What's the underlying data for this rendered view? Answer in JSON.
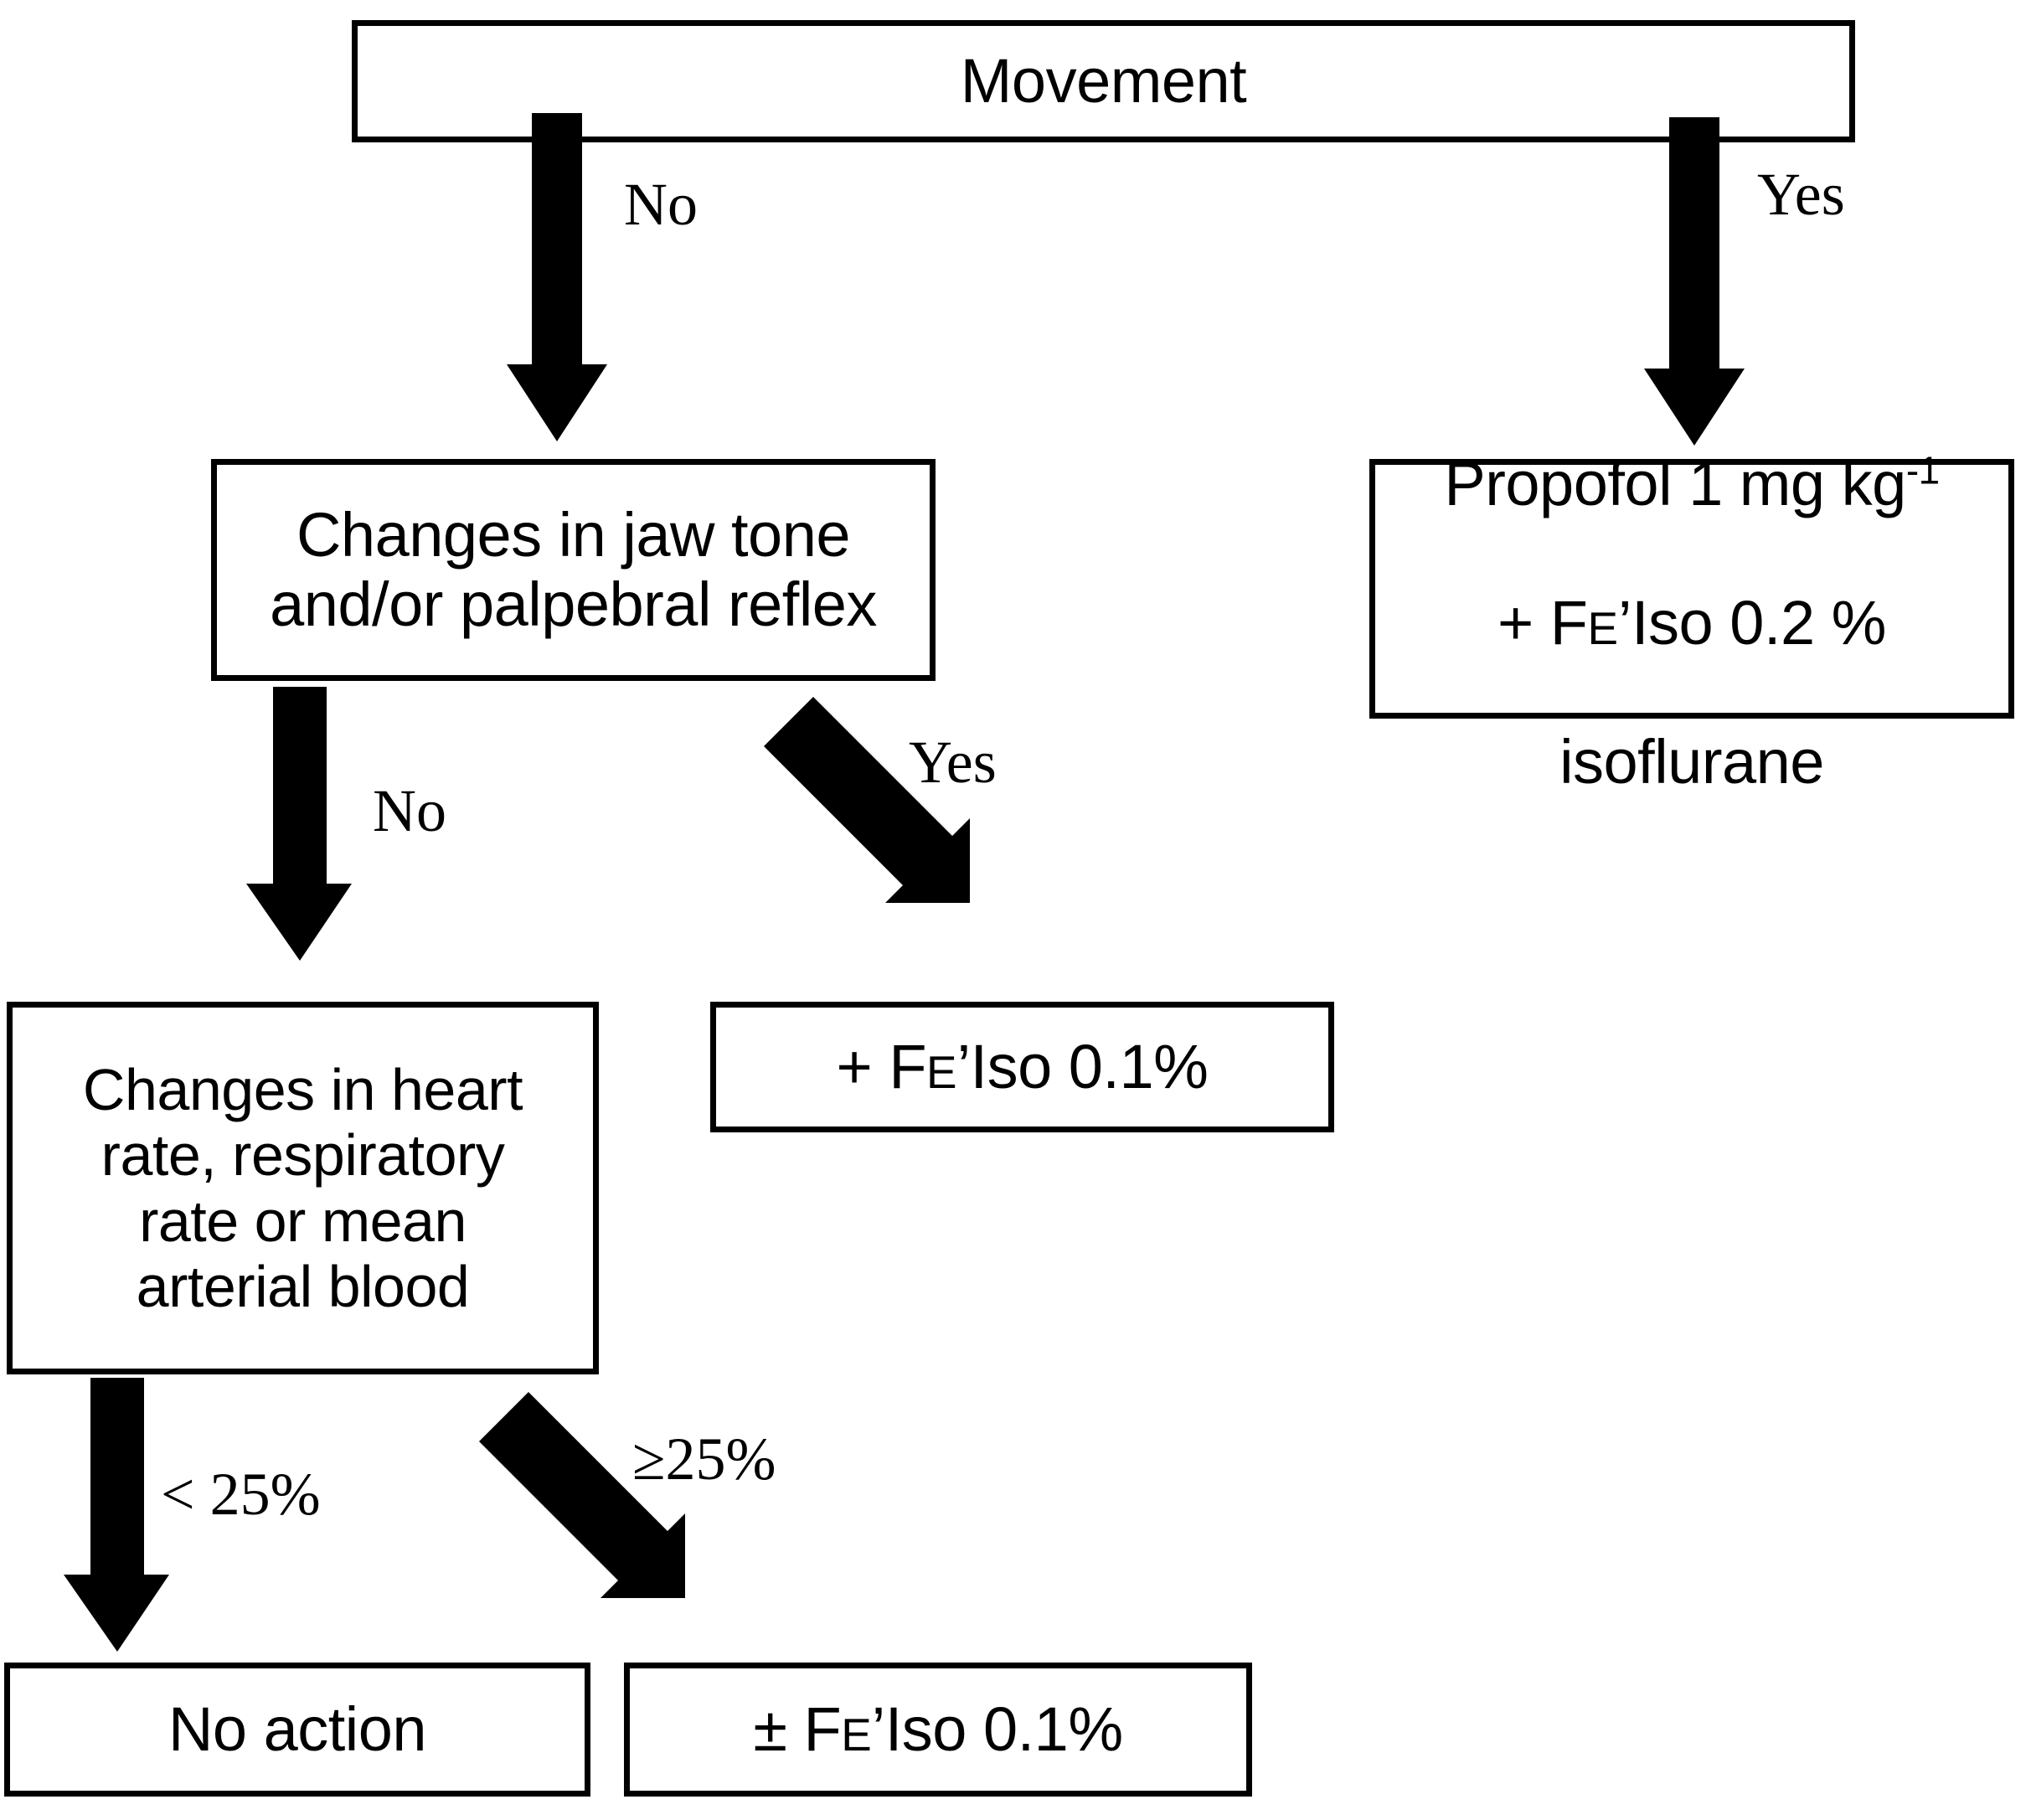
{
  "diagram": {
    "title": "Anaesthetic depth decision flowchart",
    "colors": {
      "line": "#000000",
      "box_fill": "#ffffff",
      "text": "#000000"
    },
    "nodes": [
      {
        "id": "movement",
        "label": "Movement"
      },
      {
        "id": "jaw",
        "label": "Changes in jaw tone\nand/or palpebral reflex"
      },
      {
        "id": "propofol",
        "label_line1_pre": "Propofol 1 mg kg",
        "label_line1_sup": "-1",
        "label_line2_pre": "+ F",
        "label_line2_sc": "E",
        "label_line2_post": "’Iso 0.2 %",
        "label_line3": "isoflurane"
      },
      {
        "id": "fe01",
        "label_pre": "+ F",
        "label_sc": "E",
        "label_post": "’Iso 0.1%"
      },
      {
        "id": "vitals",
        "label": "Changes in heart\nrate, respiratory\nrate or mean\narterial blood"
      },
      {
        "id": "noaction",
        "label": "No action"
      },
      {
        "id": "pmfe01",
        "label_pre": "± F",
        "label_sc": "E",
        "label_post": "’Iso 0.1%"
      }
    ],
    "edges": [
      {
        "id": "movement-no",
        "label": "No",
        "from": "movement",
        "to": "jaw"
      },
      {
        "id": "movement-yes",
        "label": "Yes",
        "from": "movement",
        "to": "propofol"
      },
      {
        "id": "jaw-no",
        "label": "No",
        "from": "jaw",
        "to": "vitals"
      },
      {
        "id": "jaw-yes",
        "label": "Yes",
        "from": "jaw",
        "to": "fe01"
      },
      {
        "id": "vitals-lt25",
        "label": "< 25%",
        "from": "vitals",
        "to": "noaction"
      },
      {
        "id": "vitals-gte25",
        "label": "≥25%",
        "from": "vitals",
        "to": "pmfe01"
      }
    ]
  }
}
